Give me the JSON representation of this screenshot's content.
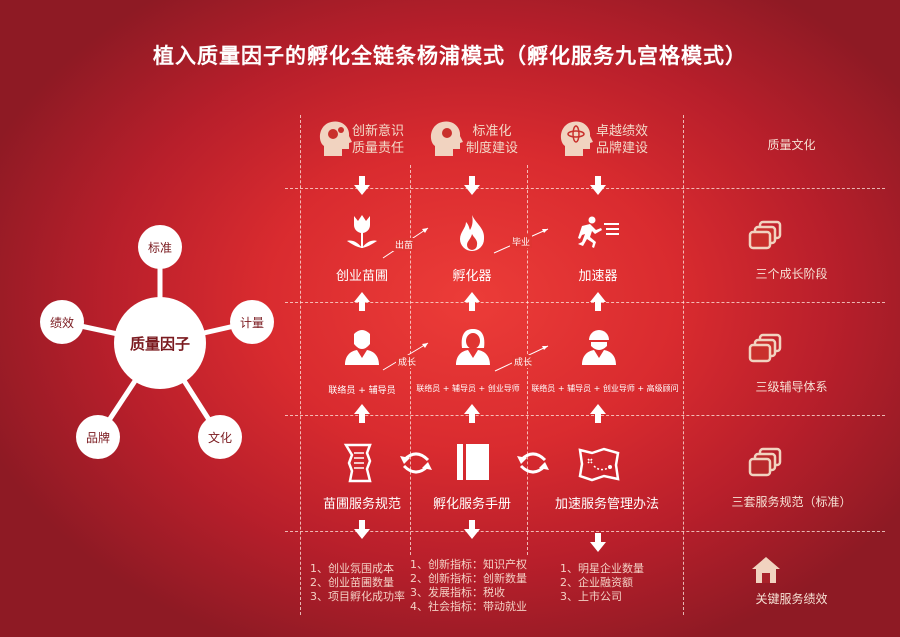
{
  "title": "植入质量因子的孵化全链条杨浦模式（孵化服务九宫格模式）",
  "star": {
    "center": "质量因子",
    "nodes": [
      "标准",
      "计量",
      "文化",
      "品牌",
      "绩效"
    ]
  },
  "top": [
    {
      "l1": "创新意识",
      "l2": "质量责任"
    },
    {
      "l1": "标准化",
      "l2": "制度建设"
    },
    {
      "l1": "卓越绩效",
      "l2": "品牌建设"
    }
  ],
  "stages": [
    "创业苗圃",
    "孵化器",
    "加速器"
  ],
  "stage_links": [
    "出苗",
    "毕业"
  ],
  "mentors": [
    "联络员 + 辅导员",
    "联络员 + 辅导员 + 创业导师",
    "联络员 + 辅导员 + 创业导师 + 高级顾问"
  ],
  "mentor_links": [
    "成长",
    "成长"
  ],
  "norms": [
    "苗圃服务规范",
    "孵化服务手册",
    "加速服务管理办法"
  ],
  "kpis": [
    [
      "1、创业氛围成本",
      "2、创业苗圃数量",
      "3、项目孵化成功率"
    ],
    [
      "1、创新指标：知识产权",
      "2、创新指标：创新数量",
      "3、发展指标：税收",
      "4、社会指标：带动就业"
    ],
    [
      "1、明星企业数量",
      "2、企业融资额",
      "3、上市公司"
    ]
  ],
  "right": [
    "质量文化",
    "三个成长阶段",
    "三级辅导体系",
    "三套服务规范（标准）",
    "关键服务绩效"
  ]
}
